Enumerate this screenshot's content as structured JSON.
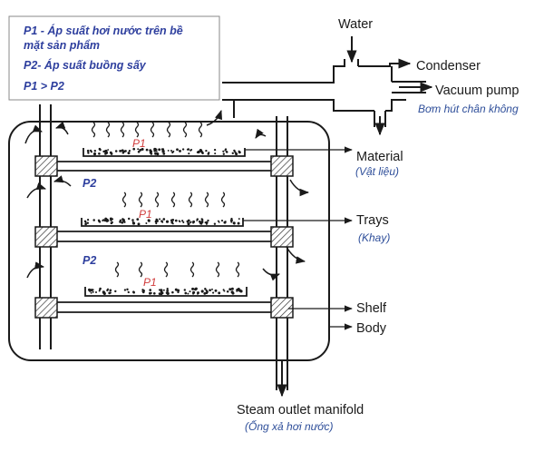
{
  "notes": {
    "line1a": "P1 - Áp suất hơi nước trên bề",
    "line1b": "mặt sản phẩm",
    "line2": "P2- Áp suất buồng sấy",
    "line3": "P1 > P2"
  },
  "labels": {
    "water": "Water",
    "condenser": "Condenser",
    "vacuum_pump": "Vacuum pump",
    "vacuum_pump_vn": "Bơm hút chân không",
    "material": "Material",
    "material_vn": "(Vật liệu)",
    "trays": "Trays",
    "trays_vn": "(Khay)",
    "shelf": "Shelf",
    "body": "Body",
    "steam_outlet": "Steam outlet manifold",
    "steam_outlet_vn": "(Ống xả hơi nước)"
  },
  "pressure": {
    "p1": "P1",
    "p2": "P2"
  },
  "colors": {
    "line": "#1a1a1a",
    "note_text": "#2e3f9e",
    "p1_text": "#d03b3b"
  }
}
